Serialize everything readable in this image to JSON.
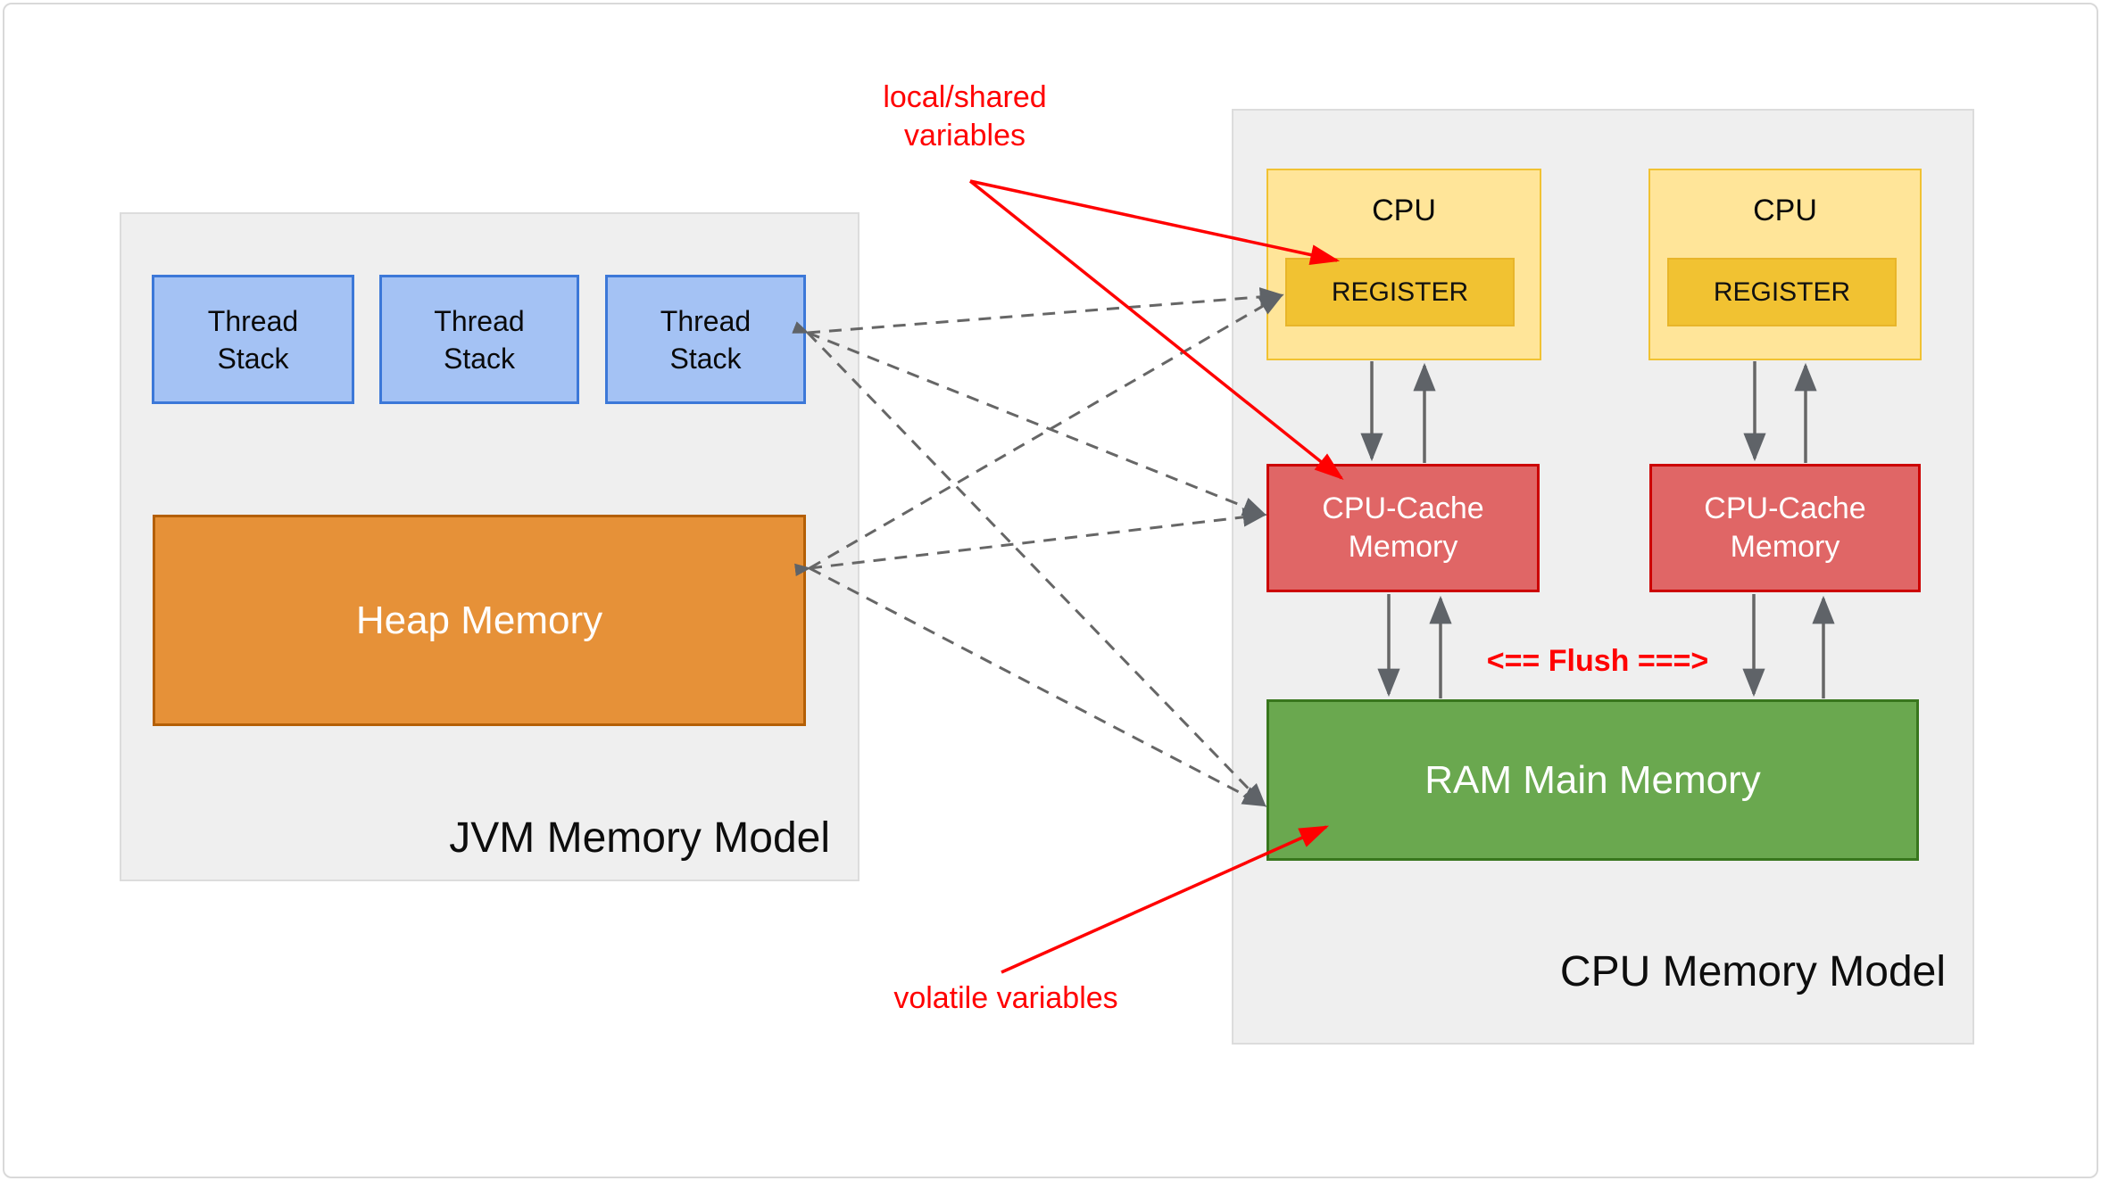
{
  "jvm_panel": {
    "title": "JVM Memory Model",
    "thread_stacks": [
      "Thread Stack",
      "Thread Stack",
      "Thread Stack"
    ],
    "heap_label": "Heap Memory"
  },
  "cpu_panel": {
    "title": "CPU Memory Model",
    "cpus": [
      {
        "label": "CPU",
        "register_label": "REGISTER"
      },
      {
        "label": "CPU",
        "register_label": "REGISTER"
      }
    ],
    "caches": [
      "CPU-Cache Memory",
      "CPU-Cache Memory"
    ],
    "ram_label": "RAM Main Memory"
  },
  "annotations": {
    "local_shared": "local/shared variables",
    "volatile": "volatile variables",
    "flush": "<== Flush ===>"
  },
  "colors": {
    "panel_bg": "#efefef",
    "blue_fill": "#a4c2f4",
    "blue_border": "#3c78d8",
    "orange_fill": "#e69138",
    "orange_border": "#b45f06",
    "yellow_fill": "#ffe599",
    "yellow_border": "#f1c232",
    "gold_fill": "#f1c232",
    "gold_border": "#e8b52a",
    "red_fill": "#e06666",
    "red_border": "#cc0000",
    "green_fill": "#6aa84f",
    "green_border": "#38761d",
    "connector_gray": "#666666",
    "accent_red": "#ff0000"
  }
}
